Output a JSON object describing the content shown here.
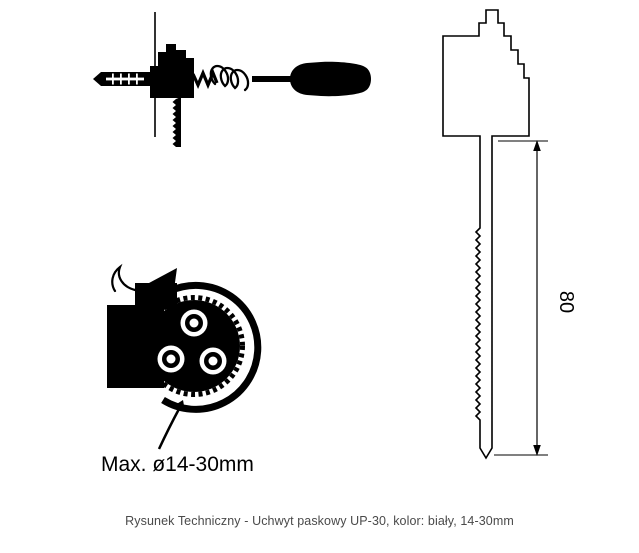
{
  "labels": {
    "dimension": "80",
    "max_diameter": "Max. ø14-30mm"
  },
  "caption": "Rysunek Techniczny - Uchwyt paskowy UP-30, kolor: biały, 14-30mm",
  "colors": {
    "ink": "#000000",
    "background": "#ffffff",
    "caption_text": "#4a4a4a"
  }
}
